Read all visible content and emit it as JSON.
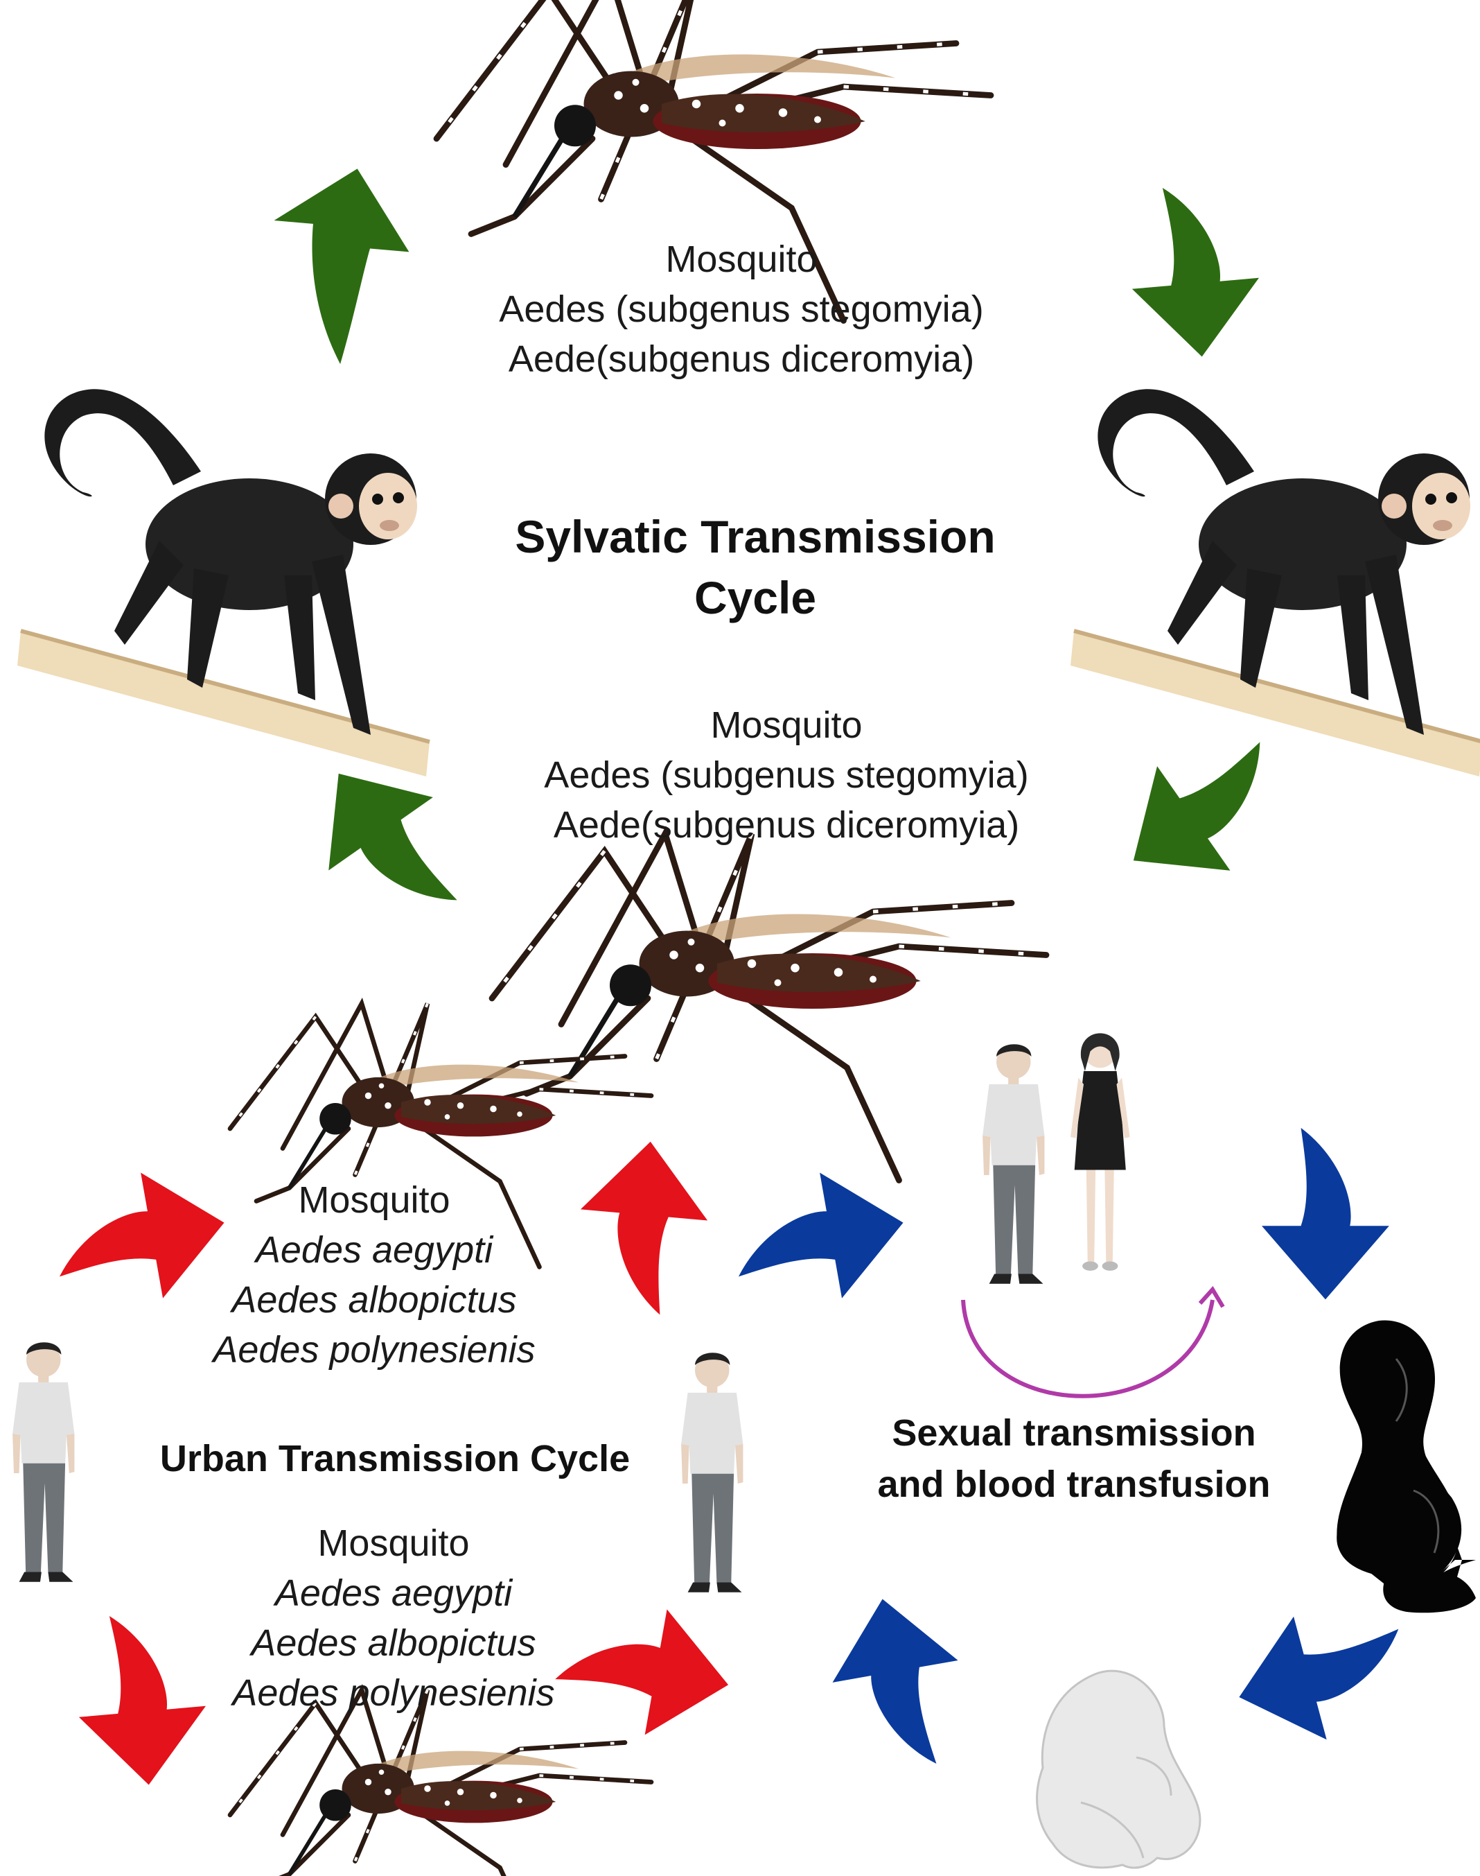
{
  "sylvatic": {
    "title_line1": "Sylvatic Transmission",
    "title_line2": "Cycle",
    "top_label": {
      "line1": "Mosquito",
      "line2": "Aedes (subgenus stegomyia)",
      "line3": "Aede(subgenus diceromyia)"
    },
    "mid_label": {
      "line1": "Mosquito",
      "line2": "Aedes (subgenus stegomyia)",
      "line3": "Aede(subgenus diceromyia)"
    }
  },
  "urban": {
    "title": "Urban Transmission Cycle",
    "top_label": {
      "line1": "Mosquito",
      "line2": "Aedes aegypti",
      "line3": "Aedes albopictus",
      "line4": "Aedes polynesienis"
    },
    "bottom_label": {
      "line1": "Mosquito",
      "line2": "Aedes aegypti",
      "line3": "Aedes albopictus",
      "line4": "Aedes polynesienis"
    }
  },
  "sexual": {
    "title_line1": "Sexual transmission",
    "title_line2": "and blood transfusion"
  },
  "colors": {
    "sylvatic_arrow": "#2d6b12",
    "urban_arrow": "#e3121b",
    "sexual_arrow": "#0a3a9c",
    "couple_arc": "#b03aa8"
  },
  "icons": [
    "mosquito-icon",
    "monkey-icon",
    "man-icon",
    "woman-icon",
    "pregnant-woman-icon",
    "fetus-icon"
  ]
}
